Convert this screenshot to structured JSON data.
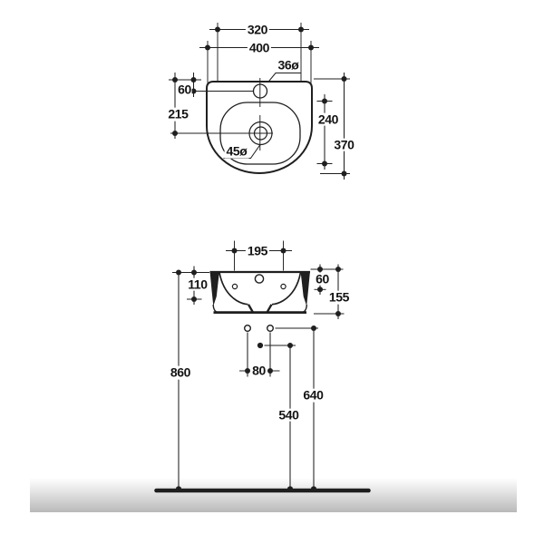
{
  "colors": {
    "line": "#1f1f1f",
    "text": "#141414",
    "background": "#ffffff",
    "floor_shadow_top": "#ffffff",
    "floor_shadow_mid": "#e3e3e3",
    "floor_shadow_bottom": "#b9b9b9"
  },
  "top_view": {
    "dimensions": {
      "d320": "320",
      "d400": "400",
      "d36": "36ø",
      "d60": "60",
      "d215": "215",
      "d45": "45ø",
      "d240": "240",
      "d370": "370"
    }
  },
  "front_view": {
    "dimensions": {
      "d195": "195",
      "d110": "110",
      "d60": "60",
      "d155": "155",
      "d80": "80",
      "d860": "860",
      "d640": "640",
      "d540": "540"
    }
  }
}
